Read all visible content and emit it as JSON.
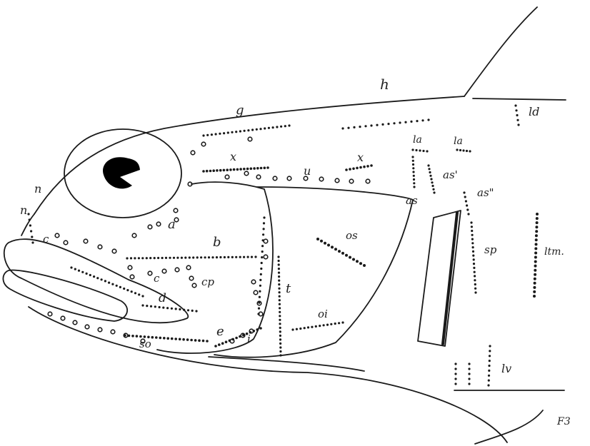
{
  "labels": {
    "g": "g",
    "h": "h",
    "ld": "ld",
    "x_left": "x",
    "x_right": "x",
    "u": "u",
    "la_left": "la",
    "la_right": "la",
    "as": "as",
    "as_prime": "as'",
    "as_dprime": "as\"",
    "n1": "n",
    "n2": "n",
    "a": "a",
    "b": "b",
    "c_top": "c",
    "c_mid": "c",
    "cp": "cp",
    "d": "d",
    "e": "e",
    "i": "i",
    "so": "so",
    "os": "os",
    "t": "t",
    "oi": "oi",
    "sp": "sp",
    "ltm": "ltm.",
    "lv": "lv",
    "plate_mark": "F3"
  },
  "colors": {
    "ink": "#1a1a1a",
    "paper": "#ffffff",
    "eye_fill": "#000000"
  }
}
